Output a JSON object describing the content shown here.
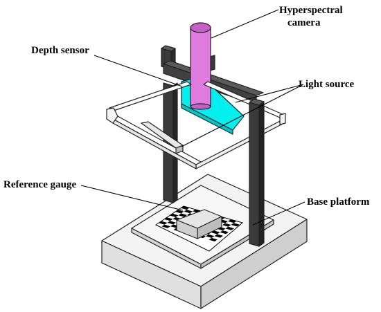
{
  "labels": {
    "hyperspectral_line1": "Hyperspectral",
    "hyperspectral_line2": "camera",
    "depth_sensor": "Depth sensor",
    "light_source": "Light source",
    "reference_gauge": "Reference gauge",
    "base_platform": "Base platform"
  },
  "colors": {
    "camera": "#e07be0",
    "depth_sensor": "#00f0f0",
    "pillar": "#3a3a3a",
    "frame": "#ffffff",
    "base_top": "#f2f2f2",
    "base_side": "#d9d9d9",
    "checker_dark": "#000000",
    "checker_light": "#ffffff",
    "gauge": "#dcdcdc"
  },
  "icons": [
    "hyperspectral-camera-icon",
    "depth-sensor-icon",
    "light-source-icon",
    "reference-gauge-icon",
    "base-platform-icon"
  ]
}
